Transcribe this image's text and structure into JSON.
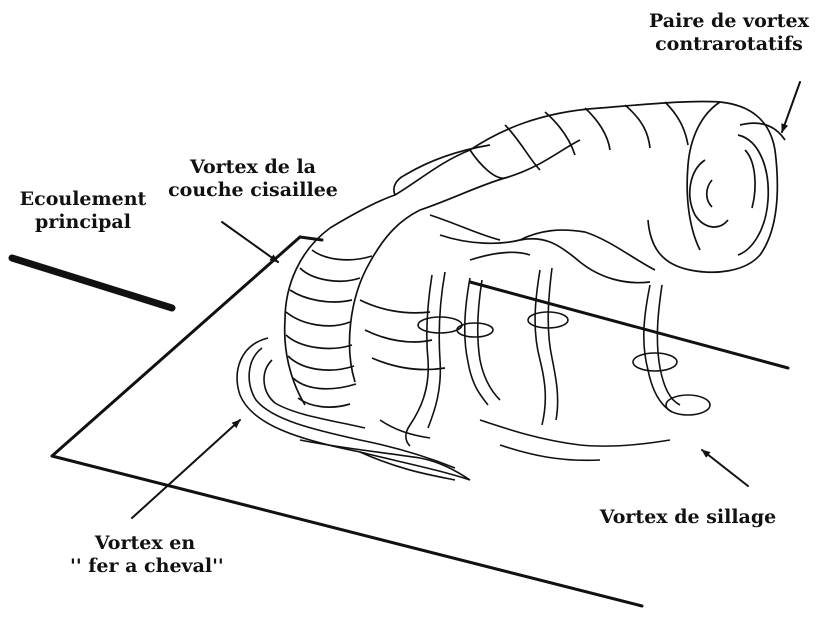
{
  "labels": {
    "main_flow": {
      "line1": "Ecoulement",
      "line2": "principal"
    },
    "shear_layer": {
      "line1": "Vortex de la",
      "line2": "couche cisaillee"
    },
    "counter_rotating": {
      "line1": "Paire de vortex",
      "line2": "contrarotatifs"
    },
    "horseshoe": {
      "line1": "Vortex en",
      "line2": "'' fer a cheval''"
    },
    "wake": {
      "line1": "Vortex de sillage"
    }
  },
  "colors": {
    "ink": "#111111",
    "background": "#ffffff"
  }
}
